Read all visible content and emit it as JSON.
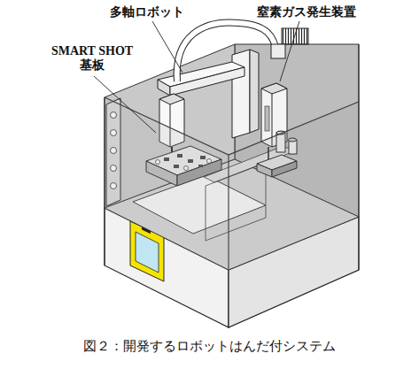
{
  "diagram": {
    "caption": "図２：開発するロボットはんだ付システム",
    "labels": [
      "多軸ロボット",
      "窒素ガス発生装置",
      "SMART SHOT 基板"
    ]
  }
}
